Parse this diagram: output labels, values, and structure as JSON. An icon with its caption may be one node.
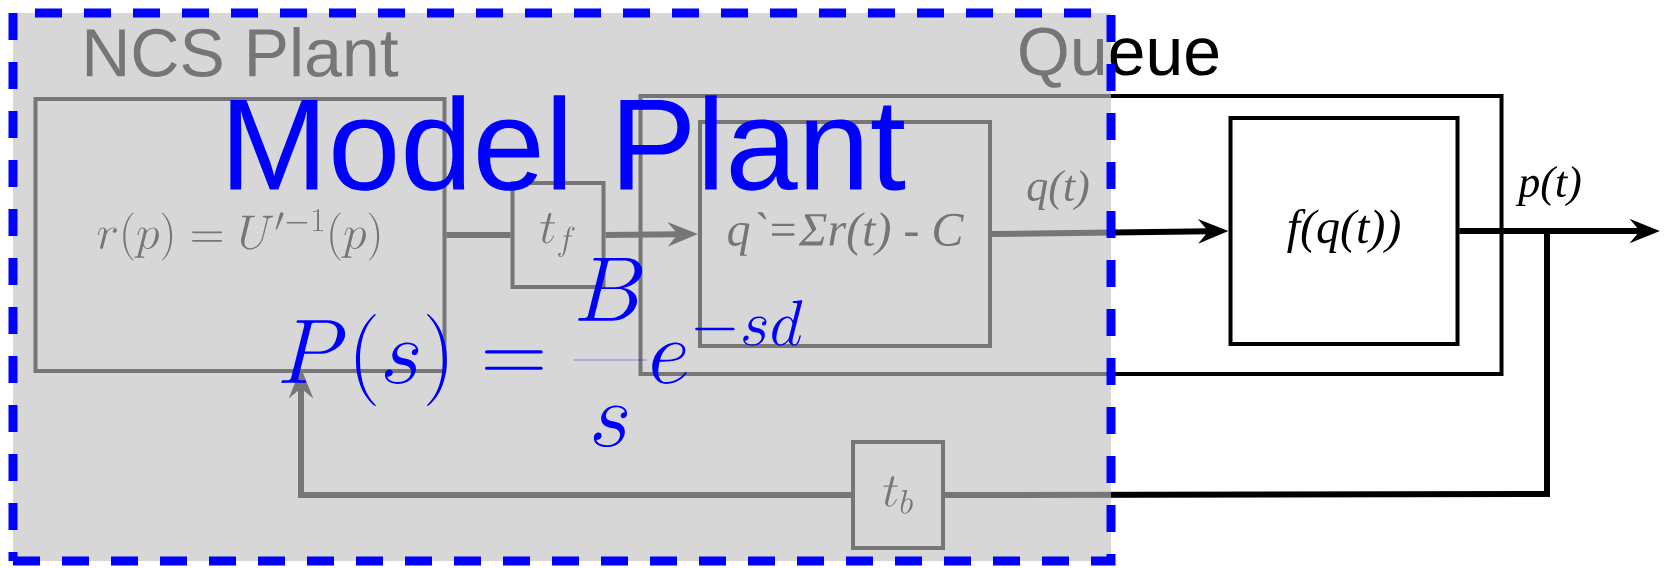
{
  "diagram": {
    "nodes": [
      {
        "text": [
          "Model Plant",
          "P(s) = \\frac{B}{s}e^{-sd}"
        ]
      },
      {
        "text": [
          "r(p) = U'^{-1}(p)"
        ],
        "in": 0
      },
      {
        "text": [
          "t_f"
        ],
        "in": 0
      },
      {
        "text": [
          "Queue"
        ]
      },
      {
        "text": [
          "q`=Σr(t) - C"
        ]
      },
      {
        "text": [
          "f(q(t))"
        ],
        "in": 3
      },
      {
        "text": [
          "t_b"
        ],
        "in": 0
      }
    ],
    "edges": [
      {
        "from": 1,
        "to": 2,
        "arrow": "none"
      },
      {
        "from": 2,
        "to": 4,
        "arrow": "to"
      },
      {
        "from": 4,
        "to": 5,
        "arrow": "to",
        "label": "q(t)"
      },
      {
        "from": 5,
        "to": null,
        "arrow": "to",
        "label": "p(t)"
      },
      {
        "from": 5,
        "to": 6,
        "arrow": "none"
      },
      {
        "from": 6,
        "to": 1,
        "arrow": "to"
      }
    ],
    "labels": [
      "NCS Plant"
    ]
  }
}
